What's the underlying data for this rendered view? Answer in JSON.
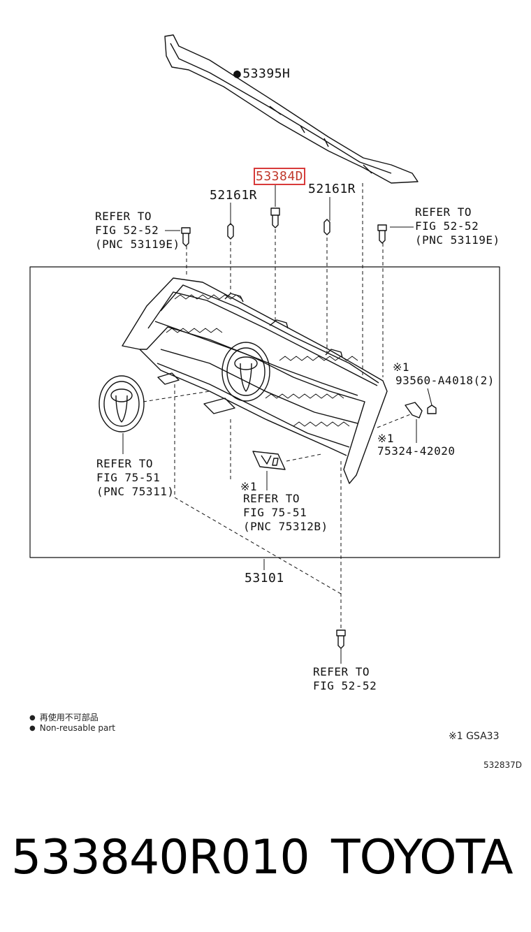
{
  "callouts": {
    "upper_seal": "53395H",
    "highlighted_part": "53384D",
    "clip_left": "52161R",
    "clip_right": "52161R",
    "refer_left": [
      "REFER TO",
      "FIG 52-52",
      "(PNC 53119E)"
    ],
    "refer_right": [
      "REFER TO",
      "FIG 52-52",
      "(PNC 53119E)"
    ],
    "screw_note": "※1",
    "screw": "93560-A4018(2)",
    "bracket_note": "※1",
    "bracket": "75324-42020",
    "emblem_refer": [
      "REFER TO",
      "FIG 75-51",
      "(PNC 75311)"
    ],
    "v6_note": "※1",
    "v6_refer": [
      "REFER TO",
      "FIG 75-51",
      "(PNC 75312B)"
    ],
    "grille": "53101",
    "bottom_refer": [
      "REFER TO",
      "FIG 52-52"
    ]
  },
  "legend": {
    "jp": "再使用不可部品",
    "en": "Non-reusable part",
    "footnote": "※1 GSA33",
    "diagram_id": "532837D"
  },
  "footer": {
    "part_number": "533840R010",
    "brand": "TOYOTA"
  },
  "colors": {
    "highlight": "#d83a3a",
    "ink": "#111111"
  }
}
